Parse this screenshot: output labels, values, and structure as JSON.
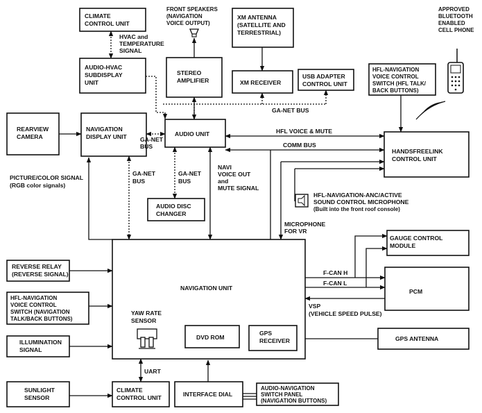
{
  "boxes": {
    "climate_top": [
      "CLIMATE",
      "CONTROL UNIT"
    ],
    "audio_hvac": [
      "AUDIO-HVAC",
      "SUBDISPLAY",
      "UNIT"
    ],
    "stereo_amp": [
      "STEREO",
      "AMPLIFIER"
    ],
    "xm_receiver": [
      "XM RECEIVER"
    ],
    "usb_adapter": [
      "USB ADAPTER",
      "CONTROL UNIT"
    ],
    "hfl_switch_top": [
      "HFL-NAVIGATION",
      "VOICE CONTROL",
      "SWITCH (HFL TALK/",
      "BACK BUTTONS)"
    ],
    "rearview_camera": [
      "REARVIEW",
      "CAMERA"
    ],
    "nav_display": [
      "NAVIGATION",
      "DISPLAY UNIT"
    ],
    "audio_unit": [
      "AUDIO UNIT"
    ],
    "handsfreelink": [
      "HANDSFREELINK",
      "CONTROL UNIT"
    ],
    "audio_disc": [
      "AUDIO DISC",
      "CHANGER"
    ],
    "gauge": [
      "GAUGE CONTROL",
      "MODULE"
    ],
    "pcm": [
      "PCM"
    ],
    "reverse_relay": [
      "REVERSE RELAY",
      "(REVERSE SIGNAL)"
    ],
    "hfl_switch_left": [
      "HFL-NAVIGATION",
      "VOICE CONTROL",
      "SWITCH (NAVIGATION",
      "TALK/BACK BUTTONS)"
    ],
    "illumination": [
      "ILLUMINATION",
      "SIGNAL"
    ],
    "navigation_unit": [
      "NAVIGATION UNIT"
    ],
    "dvd_rom": [
      "DVD ROM"
    ],
    "gps_receiver": [
      "GPS",
      "RECEIVER"
    ],
    "gps_antenna": [
      "GPS ANTENNA"
    ],
    "sunlight": [
      "SUNLIGHT",
      "SENSOR"
    ],
    "climate_bottom": [
      "CLIMATE",
      "CONTROL UNIT"
    ],
    "interface_dial": [
      "INTERFACE DIAL"
    ],
    "audio_nav_panel": [
      "AUDIO-NAVIGATION",
      "SWITCH PANEL",
      "(NAVIGATION BUTTONS)"
    ]
  },
  "labels": {
    "front_speakers": [
      "FRONT SPEAKERS",
      "(NAVIGATION",
      "VOICE OUTPUT)"
    ],
    "xm_antenna": [
      "XM ANTENNA",
      "(SATELLITE AND",
      "TERRESTRIAL)"
    ],
    "phone": [
      "APPROVED",
      "BLUETOOTH",
      "ENABLED",
      "CELL PHONE"
    ],
    "hvac_signal": [
      "HVAC and",
      "TEMPERATURE",
      "SIGNAL"
    ],
    "ganet_top": [
      "GA-NET BUS"
    ],
    "ganet_left": [
      "GA-NET",
      "BUS"
    ],
    "ganet_nav": [
      "GA-NET",
      "BUS"
    ],
    "ganet_disc": [
      "GA-NET",
      "BUS"
    ],
    "navi_voice": [
      "NAVI",
      "VOICE OUT",
      "and",
      "MUTE SIGNAL"
    ],
    "hfl_voice_mute": [
      "HFL VOICE & MUTE"
    ],
    "comm_bus": [
      "COMM BUS"
    ],
    "picture_color": [
      "PICTURE/COLOR SIGNAL",
      "(RGB color signals)"
    ],
    "microphone_label": [
      "HFL-NAVIGATION-ANC/ACTIVE",
      "SOUND CONTROL MICROPHONE",
      "(Built into the front roof console)"
    ],
    "mic_for_vr": [
      "MICROPHONE",
      "FOR VR"
    ],
    "fcan_h": [
      "F-CAN H"
    ],
    "fcan_l": [
      "F-CAN L"
    ],
    "vsp": [
      "VSP",
      "(VEHICLE SPEED PULSE)"
    ],
    "yaw_rate": [
      "YAW RATE",
      "SENSOR"
    ],
    "uart": [
      "UART"
    ]
  }
}
